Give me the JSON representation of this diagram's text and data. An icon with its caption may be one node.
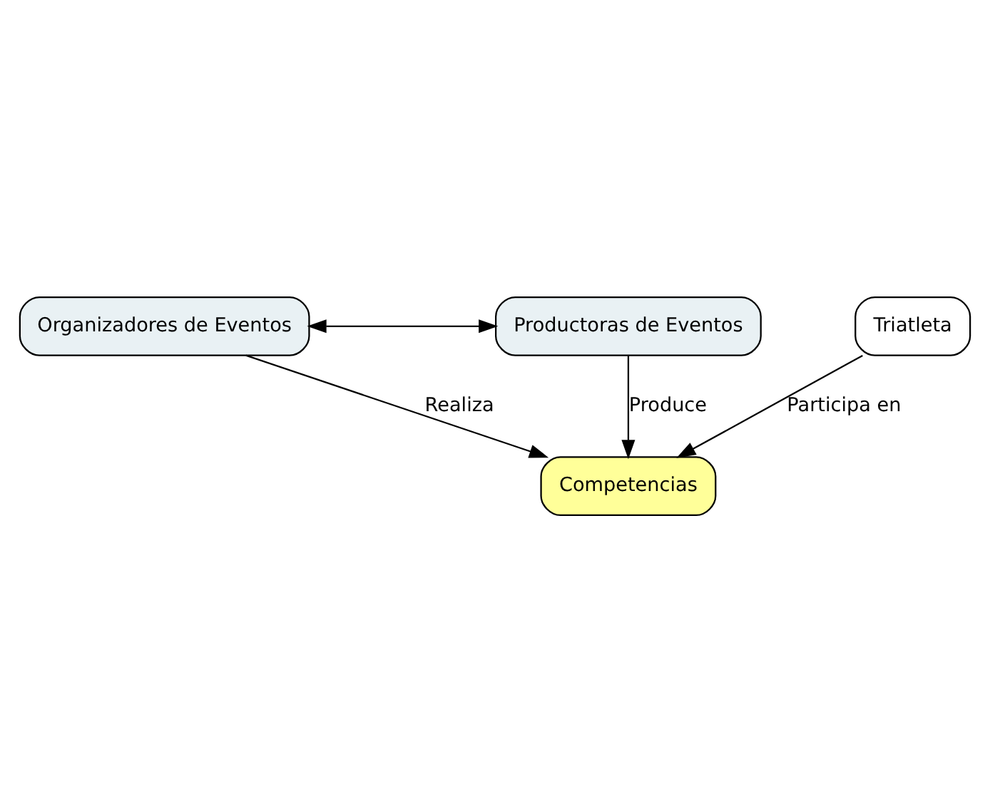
{
  "diagram": {
    "nodes": [
      {
        "text": [
          "Organizadores de Eventos"
        ]
      },
      {
        "text": [
          "Productoras de Eventos"
        ]
      },
      {
        "text": [
          "Competencias"
        ]
      },
      {
        "text": [
          "Triatleta"
        ]
      }
    ],
    "edges": [
      {
        "from": 0,
        "to": 1,
        "arrow": "both"
      },
      {
        "from": 1,
        "to": 2,
        "arrow": "to",
        "label": "Produce"
      },
      {
        "from": 0,
        "to": 2,
        "arrow": "to",
        "label": "Realiza"
      },
      {
        "from": 3,
        "to": 2,
        "arrow": "to",
        "label": "Participa en"
      }
    ]
  }
}
